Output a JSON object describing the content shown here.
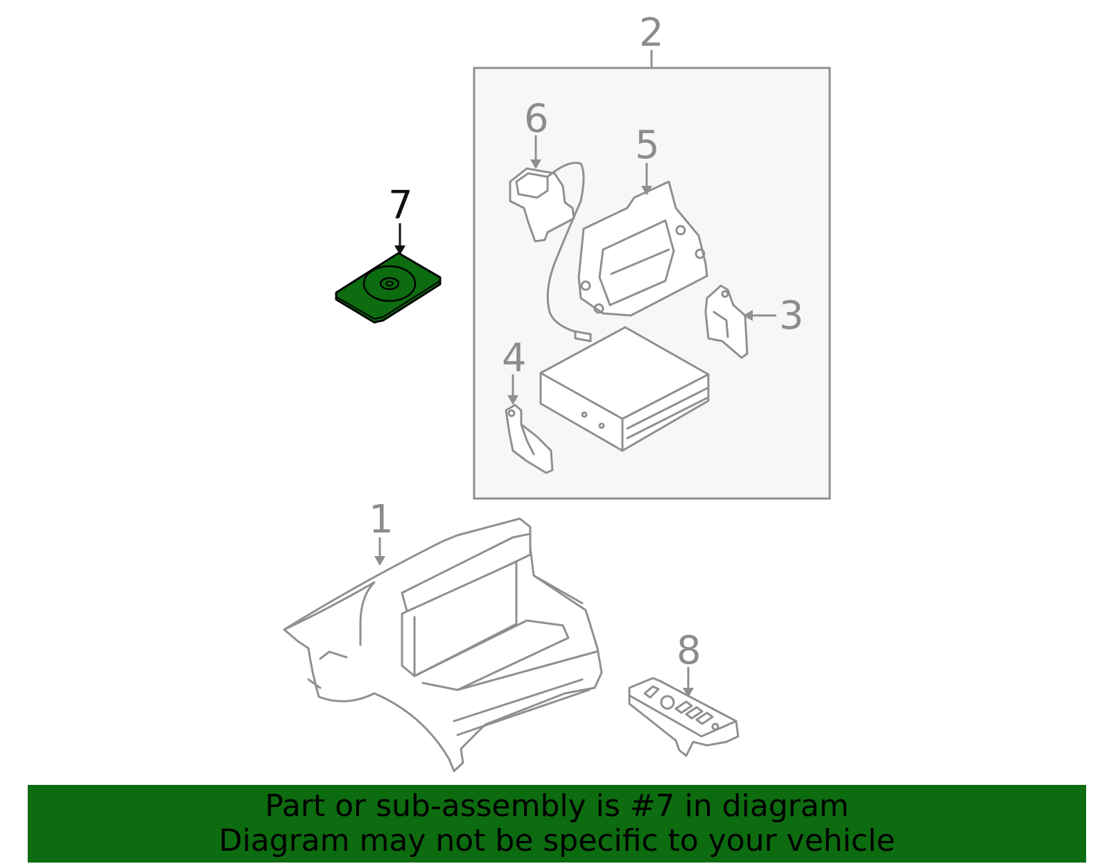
{
  "callouts": {
    "c1": "1",
    "c2": "2",
    "c3": "3",
    "c4": "4",
    "c5": "5",
    "c6": "6",
    "c7": "7",
    "c8": "8"
  },
  "highlighted_part": "7",
  "colors": {
    "highlight": "#0d6b10",
    "line": "#8f8f8f",
    "box_fill": "#f7f7f7"
  },
  "banner": {
    "line1": "Part or sub-assembly is #7 in diagram",
    "line2": "Diagram may not be specific to your vehicle"
  }
}
